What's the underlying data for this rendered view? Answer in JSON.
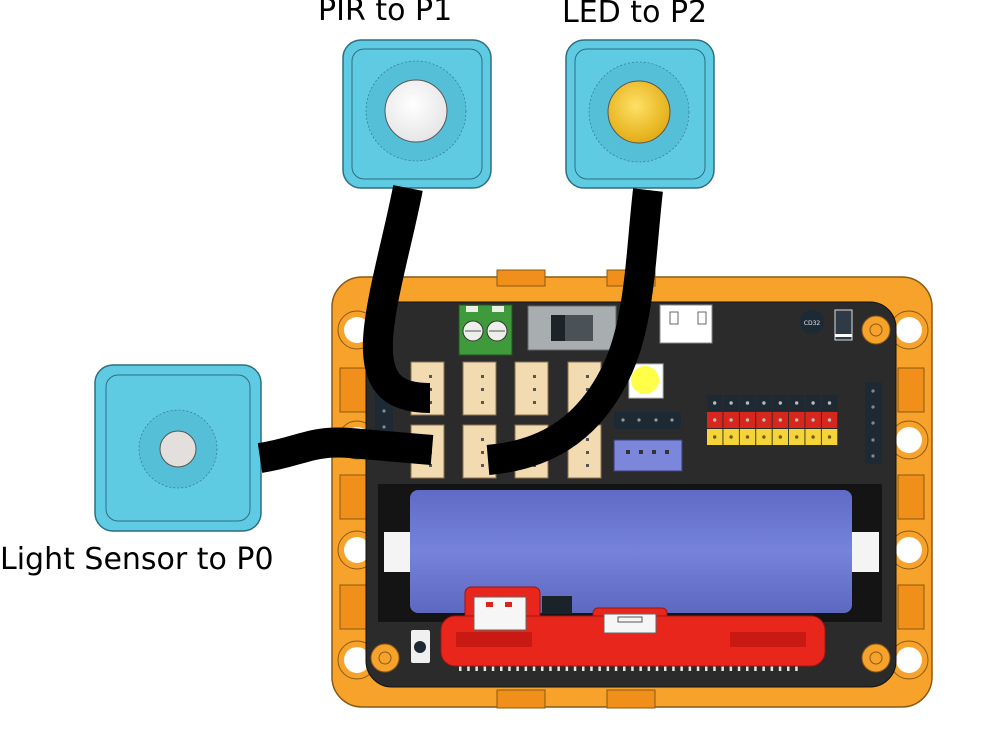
{
  "diagram": {
    "title": "Wiring diagram",
    "labels": {
      "pir": "PIR to P1",
      "led": "LED to P2",
      "light": "Light Sensor to P0"
    },
    "modules": [
      {
        "id": "pir",
        "name": "PIR sensor module",
        "port": "P1",
        "center_color": "#ffffff"
      },
      {
        "id": "led",
        "name": "LED module",
        "port": "P2",
        "center_color": "#f2c21f"
      },
      {
        "id": "light",
        "name": "Light sensor module",
        "port": "P0",
        "center_color": "#dcdcdc"
      }
    ],
    "board": {
      "chip_label": "CD32",
      "colors": {
        "frame": "#f7a22b",
        "pcb": "#2b2b2b",
        "module_blue": "#5fcbe3",
        "cable": "#000000",
        "connector": "#f3dbb1",
        "battery": "#6f7bd4",
        "microbit_case": "#e8261c",
        "pin_black": "#1e2a33",
        "pin_red": "#d7261c",
        "pin_yellow": "#f5d43a",
        "terminal_green": "#3f9a3c",
        "purple_connector": "#7c86db"
      }
    }
  }
}
